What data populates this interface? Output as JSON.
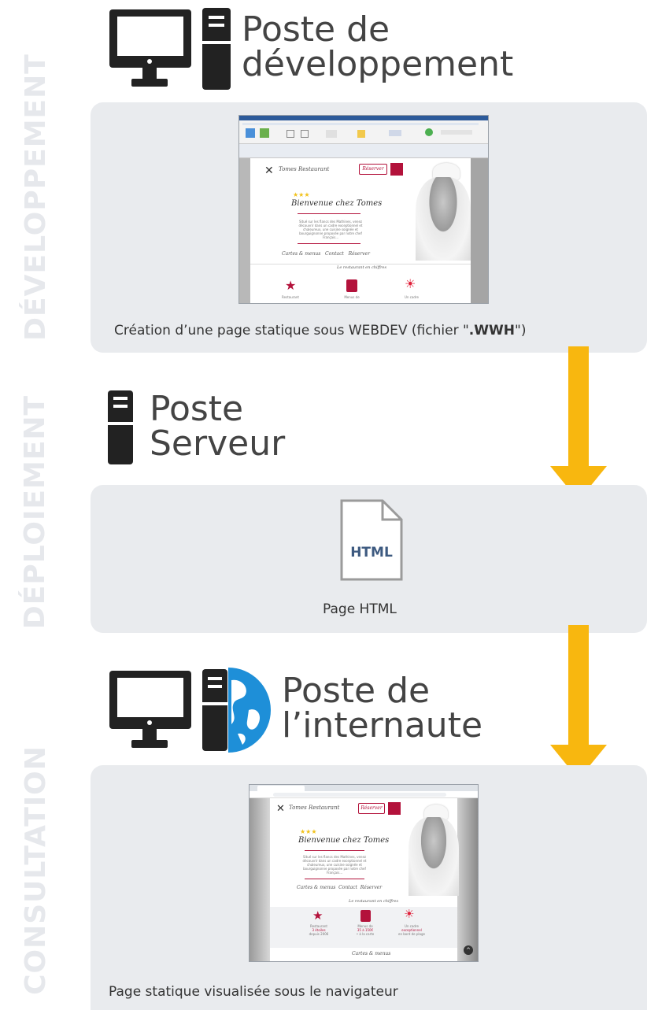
{
  "side_labels": {
    "development": "DÉVELOPPEMENT",
    "deployment": "DÉPLOIEMENT",
    "consultation": "CONSULTATION"
  },
  "sections": {
    "dev": {
      "title_line1": "Poste de",
      "title_line2": "développement",
      "caption_prefix": "Création d’une page statique sous WEBDEV (fichier \"",
      "caption_bold": ".WWH",
      "caption_suffix": "\")"
    },
    "server": {
      "title_line1": "Poste",
      "title_line2": "Serveur",
      "file_label": "HTML",
      "caption": "Page HTML"
    },
    "client": {
      "title_line1": "Poste de",
      "title_line2": "l’internaute",
      "caption": "Page statique visualisée sous le navigateur"
    }
  },
  "mock_site": {
    "brand": "Tomes Restaurant",
    "reserve": "Réserver",
    "stars": "★★★",
    "welcome": "Bienvenue chez Tomes",
    "intro": "Situé sur les flancs des Mathines, venez découvrir dans un cadre exceptionnel et chaleureux, une cuisine soignée et bourguignonne proposée par notre chef Français...",
    "menu_links": [
      "Cartes & menus",
      "Contact",
      "Réserver"
    ],
    "figures_title": "Le restaurant en chiffres",
    "figures": [
      {
        "label": "Restaurant",
        "value": "3 étoiles",
        "sub": "depuis 2006"
      },
      {
        "label": "Menus de",
        "value": "35 à 150€",
        "sub": "• à la carte"
      },
      {
        "label": "Un cadre",
        "value": "exceptionnel",
        "sub": "en bord de plage"
      }
    ],
    "footer_link": "Cartes & menus"
  },
  "colors": {
    "arrow": "#f8b70f",
    "panel": "#e9ebee",
    "accent": "#b3123b",
    "icon_dark": "#222222",
    "globe": "#1e8fd8"
  },
  "icons": [
    "computer-icon",
    "tower-icon",
    "globe-icon",
    "html-file-icon",
    "cutlery-icon",
    "star-icon",
    "menu-icon",
    "sun-icon"
  ]
}
